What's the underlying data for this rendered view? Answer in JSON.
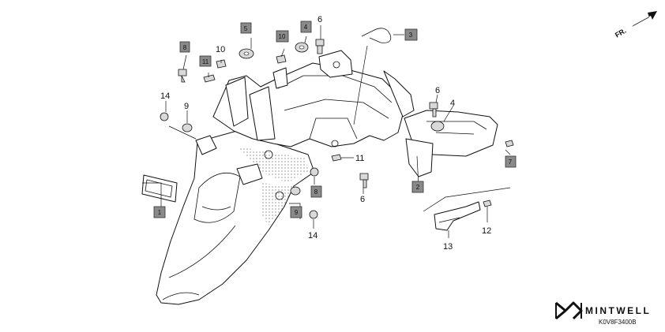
{
  "orientation_marker": {
    "label": "FR."
  },
  "callouts": {
    "c6a": "6",
    "c10a": "10",
    "c14a": "14",
    "c9": "9",
    "c6b": "6",
    "c4b": "4",
    "c11": "11",
    "c6c": "6",
    "c14b": "14",
    "c12": "12",
    "c13": "13"
  },
  "tags": {
    "t8a": "8",
    "t11": "11",
    "t5": "5",
    "t10": "10",
    "t4": "4",
    "t3": "3",
    "t7": "7",
    "t2": "2",
    "t8b": "8",
    "t1": "1",
    "t9": "9"
  },
  "brand": {
    "name": "MINTWELL",
    "diagram_code": "K0V8F3400B"
  },
  "colors": {
    "tag_fill": "#8a8a8a",
    "line": "#111111"
  }
}
